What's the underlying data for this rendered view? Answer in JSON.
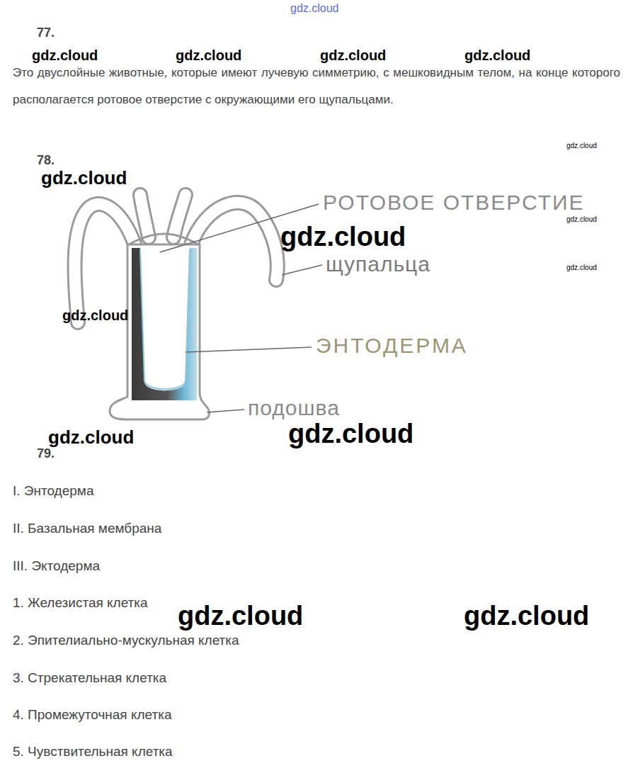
{
  "diagram": {
    "labels": [
      "gdz.cloud",
      "77.",
      "gdz.cloud",
      "gdz.cloud",
      "gdz.cloud",
      "gdz.cloud",
      "Это двуслойные животные, которые имеют лучевую симметрию, с мешковидным телом, на конце которого располагается ротовое отверстие с окружающими его щупальцами.",
      "gdz.cloud",
      "78.",
      "gdz.cloud",
      "РОТОВОЕ ОТВЕРСТИЕ",
      "gdz.cloud",
      "gdz.cloud",
      "щупальца",
      "gdz.cloud",
      "gdz.cloud",
      "ЭНТОДЕРМА",
      "подошва",
      "gdz.cloud",
      "gdz.cloud",
      "79.",
      "I. Энтодерма",
      "II. Базальная мембрана",
      "III. Эктодерма",
      "1. Железистая клетка",
      "gdz.cloud",
      "gdz.cloud",
      "2. Эпителиально-мускульная клетка",
      "3. Стрекательная клетка",
      "4. Промежуточная клетка",
      "5. Чувствительная клетка"
    ]
  }
}
